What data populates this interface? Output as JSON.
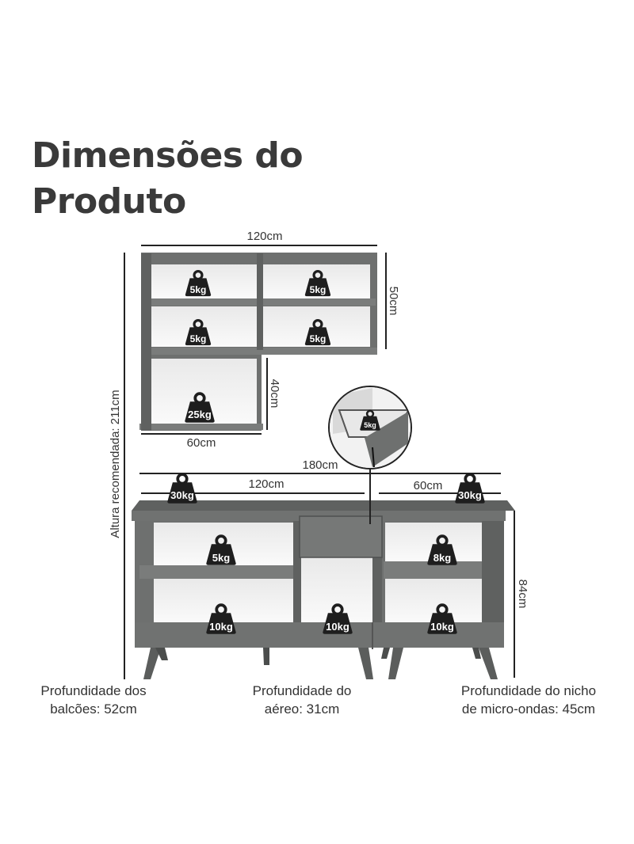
{
  "title": {
    "line1": "Dimensões do",
    "line2": "Produto"
  },
  "dimensions": {
    "upper_width": "120cm",
    "upper_height": "50cm",
    "niche_height": "40cm",
    "niche_width": "60cm",
    "total_height": "Altura recomendada: 211cm",
    "base_width": "180cm",
    "base_left_width": "120cm",
    "base_right_width": "60cm",
    "base_height": "84cm"
  },
  "weights": {
    "upper_1": "5kg",
    "upper_2": "5kg",
    "upper_3": "5kg",
    "upper_4": "5kg",
    "niche": "25kg",
    "drawer": "5kg",
    "top_left": "30kg",
    "top_right": "30kg",
    "base_left_top": "5kg",
    "base_right_top": "8kg",
    "base_left_bottom": "10kg",
    "base_mid_bottom": "10kg",
    "base_right_bottom": "10kg"
  },
  "captions": {
    "left_line1": "Profundidade dos",
    "left_line2": "balcões: 52cm",
    "mid_line1": "Profundidade do",
    "mid_line2": "aéreo: 31cm",
    "right_line1": "Profundidade do nicho",
    "right_line2": "de micro-ondas: 45cm"
  },
  "colors": {
    "cabinet": "#6e706f",
    "cabinet_dark": "#555756",
    "interior": "#f3f3f3",
    "weight_icon": "#1e1e1e",
    "line": "#222222"
  }
}
